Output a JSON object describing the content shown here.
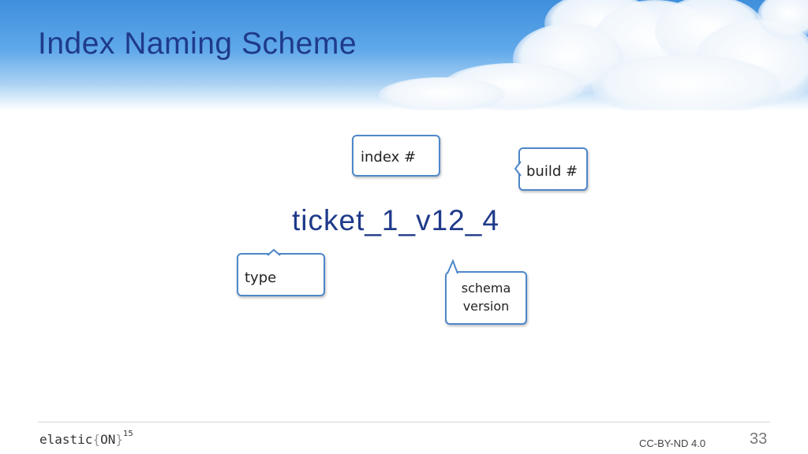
{
  "slide": {
    "title": "Index Naming Scheme",
    "index_name": "ticket_1_v12_4",
    "callouts": {
      "index": "index #",
      "build": "build #",
      "type": "type",
      "schema_line1": "schema",
      "schema_line2": "version"
    }
  },
  "footer": {
    "logo_prefix": "elastic",
    "logo_open_brace": "{",
    "logo_on": "ON",
    "logo_close_brace": "}",
    "logo_year": "15",
    "license": "CC-BY-ND 4.0",
    "page_number": "33"
  },
  "colors": {
    "title": "#1f3a8a",
    "callout_border": "#4e87c9",
    "sky": "#3f8fdc"
  }
}
